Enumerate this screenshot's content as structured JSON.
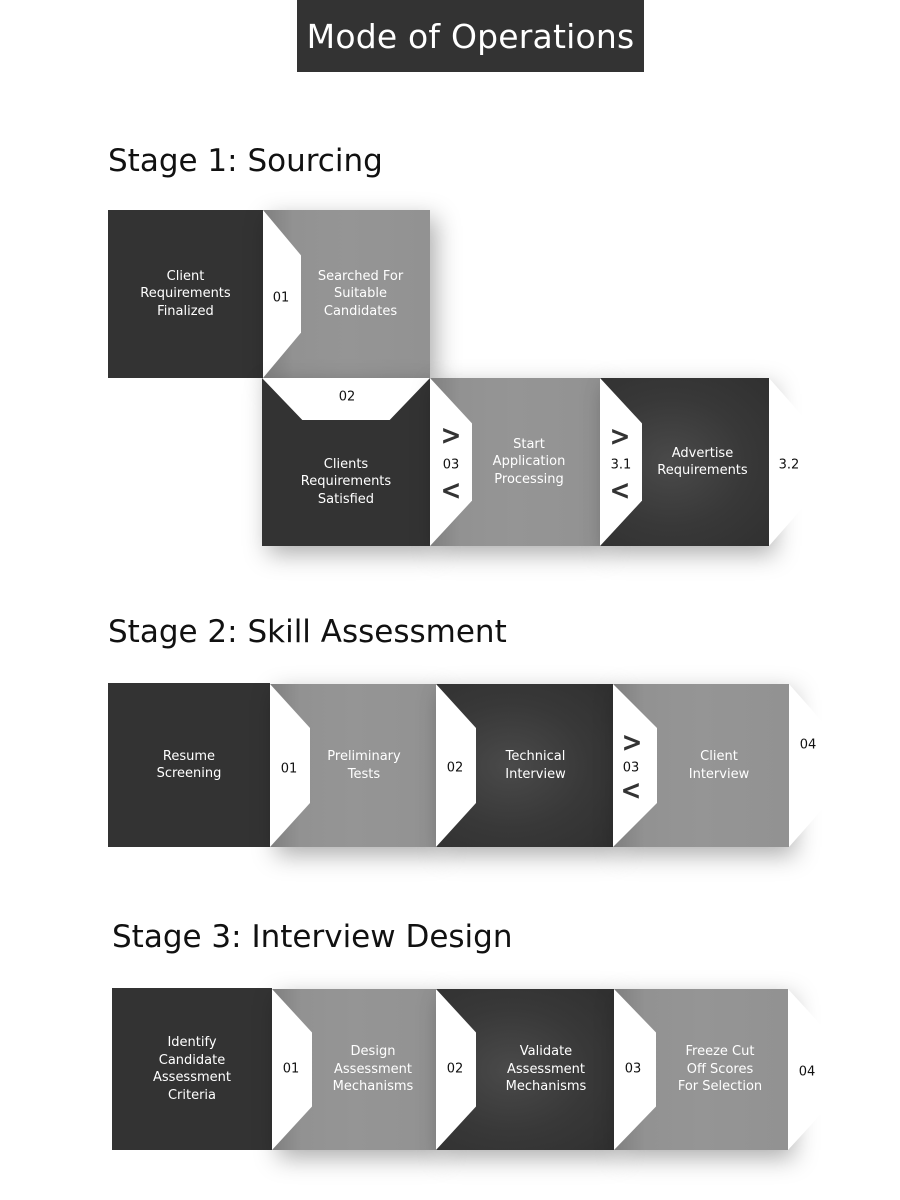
{
  "title": "Mode of Operations",
  "stages": [
    {
      "heading": "Stage 1: Sourcing",
      "boxes": [
        "Client\nRequirements\nFinalized",
        "Searched For\nSuitable\nCandidates",
        "Clients\nRequirements\nSatisfied",
        "Start\nApplication\nProcessing",
        "Advertise\nRequirements"
      ],
      "numbers": [
        "01",
        "02",
        "03",
        "3.1",
        "3.2"
      ]
    },
    {
      "heading": "Stage 2: Skill Assessment",
      "boxes": [
        "Resume\nScreening",
        "Preliminary\nTests",
        "Technical\nInterview",
        "Client\nInterview"
      ],
      "numbers": [
        "01",
        "02",
        "03",
        "04"
      ]
    },
    {
      "heading": "Stage 3: Interview Design",
      "boxes": [
        "Identify\nCandidate\nAssessment\nCriteria",
        "Design\nAssessment\nMechanisms",
        "Validate\nAssessment\nMechanisms",
        "Freeze Cut\nOff Scores\nFor Selection"
      ],
      "numbers": [
        "01",
        "02",
        "03",
        "04"
      ]
    }
  ],
  "colors": {
    "dark": "#333333",
    "gray": "#959595",
    "arrow": "#ffffff"
  },
  "icons": {
    "chevron_right": "chevron-right-icon",
    "chevron_left": "chevron-left-icon"
  }
}
